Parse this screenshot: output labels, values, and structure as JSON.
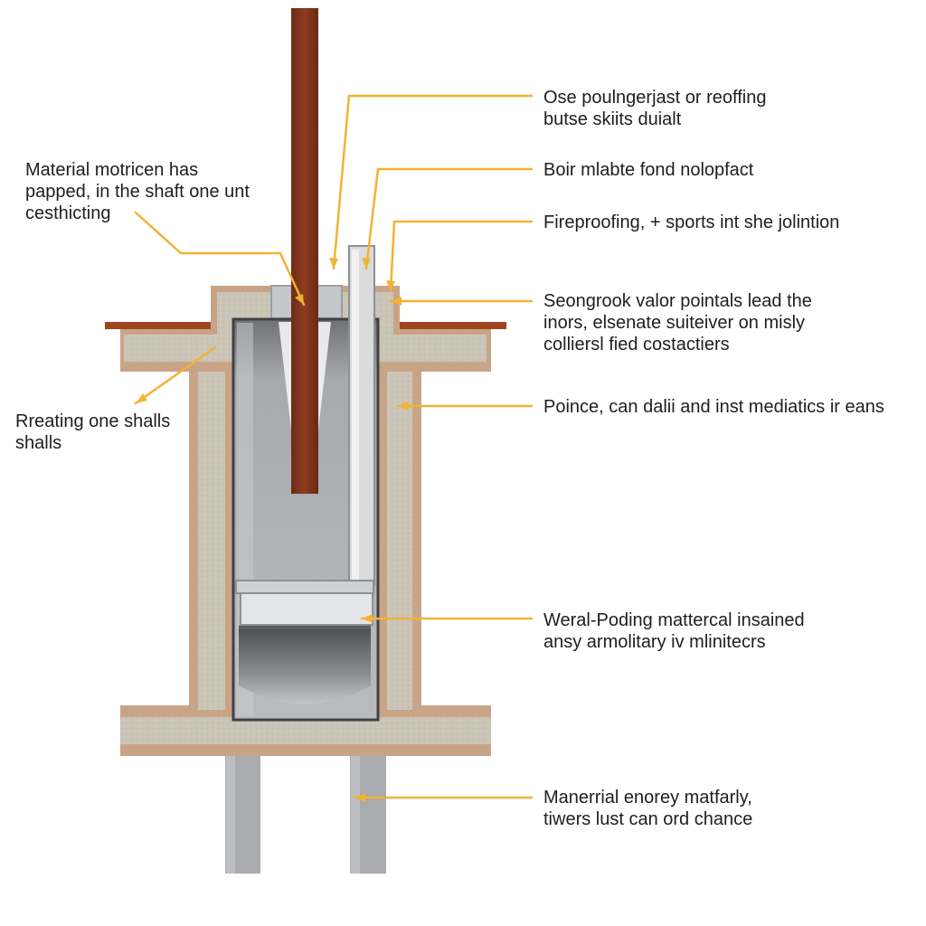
{
  "colors": {
    "leader_line": "#f2b233",
    "pipe": "#8b3a1e",
    "roof_flashing": "#a0461f",
    "concrete": "#c9c2b4",
    "concrete_edge": "#d4a98a",
    "shaft_interior": "#9ea0a4",
    "steel_light": "#d8d9db"
  },
  "icons": {
    "leader_lines": "orange-leader-line",
    "leader_arrowheads": "leader-arrowhead"
  },
  "labels": {
    "right": [
      {
        "lines": [
          "Ose poulngerjast or reoffing",
          "butse skiits duialt"
        ]
      },
      {
        "lines": [
          "Boir mlabte fond nolopfact"
        ]
      },
      {
        "lines": [
          "Fireproofing, +  sports int she jolintion"
        ]
      },
      {
        "lines": [
          "Seongrook valor pointals lead the",
          "inors, elsenate suiteiver on misly",
          "colliersl fied costactiers"
        ]
      },
      {
        "lines": [
          "Poince, can dalii and inst mediatics ir eans"
        ]
      },
      {
        "lines": [
          "Weral-Poding mattercal insained",
          "ansy armolitary iv mlinitecrs"
        ]
      },
      {
        "lines": [
          "Manerrial enorey matfarly,",
          "tiwers lust can ord chance"
        ]
      }
    ],
    "left": [
      {
        "lines": [
          "Material motricen has",
          "papped, in the shaft one unt",
          "cesthicting"
        ]
      },
      {
        "lines": [
          "Rreating one shalls",
          "shalls"
        ]
      }
    ]
  }
}
